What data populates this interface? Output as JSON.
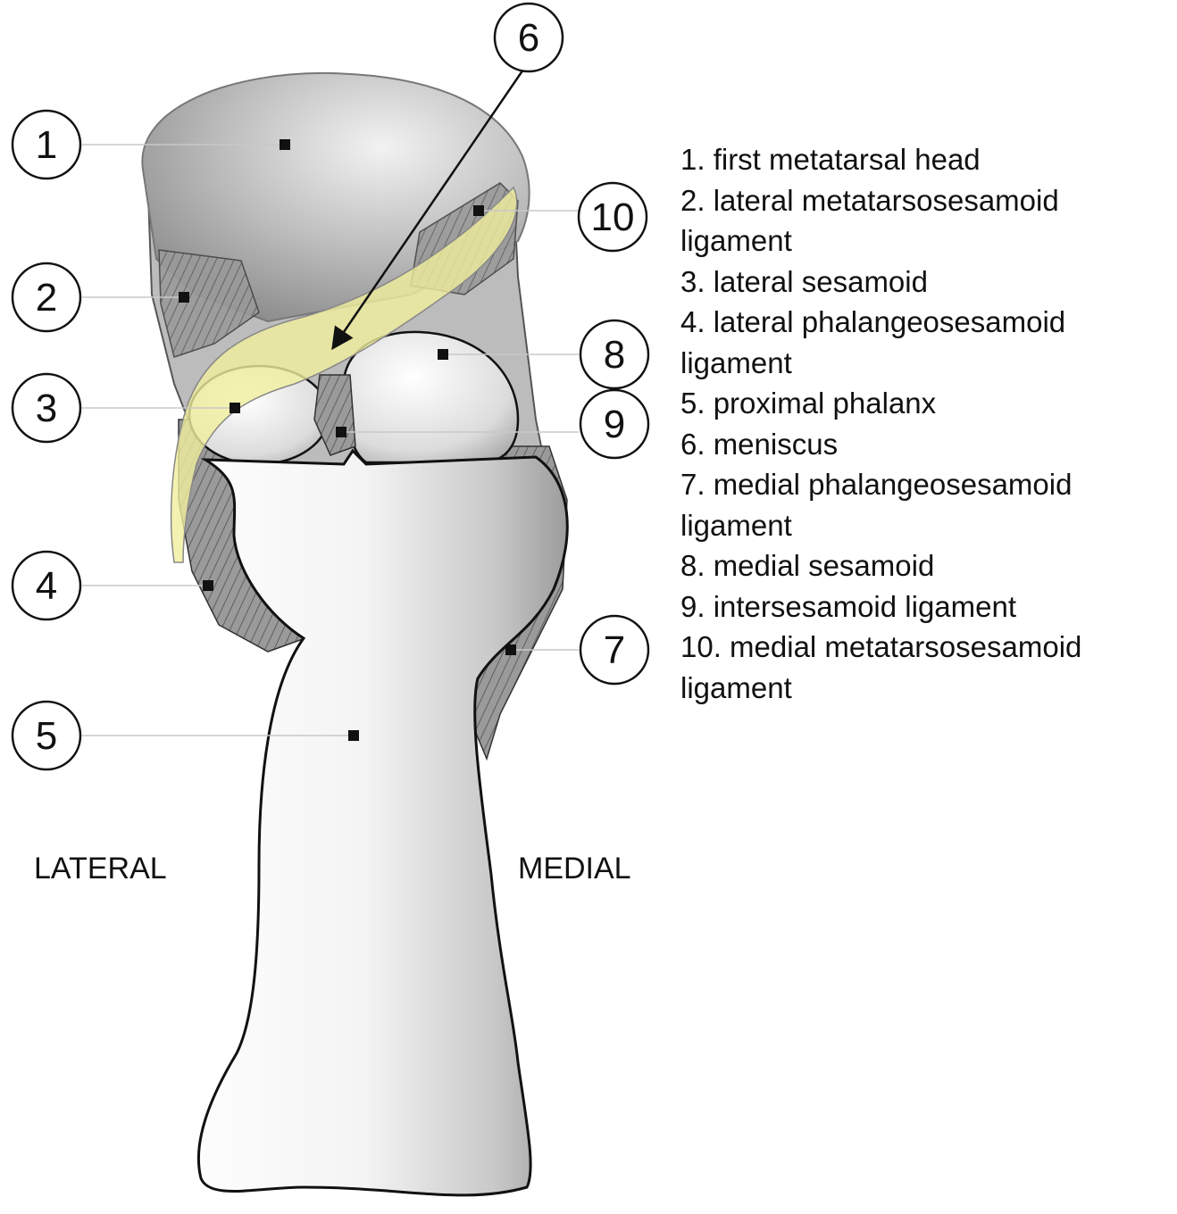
{
  "callouts": [
    "1",
    "2",
    "3",
    "4",
    "5",
    "6",
    "7",
    "8",
    "9",
    "10"
  ],
  "sides": {
    "lateral": "LATERAL",
    "medial": "MEDIAL"
  },
  "legend": [
    "1. first metatarsal head",
    "2. lateral metatarsosesamoid ligament",
    "3. lateral sesamoid",
    "4. lateral phalangeosesamoid ligament",
    "5. proximal phalanx",
    "6. meniscus",
    "7. medial phalangeosesamoid ligament",
    "8. medial sesamoid",
    "9. intersesamoid ligament",
    "10. medial metatarsosesamoid ligament"
  ],
  "colors": {
    "meniscus": "#f1ef9c",
    "bone": "#d9d9d9",
    "ligament": "#8a8a8a"
  }
}
